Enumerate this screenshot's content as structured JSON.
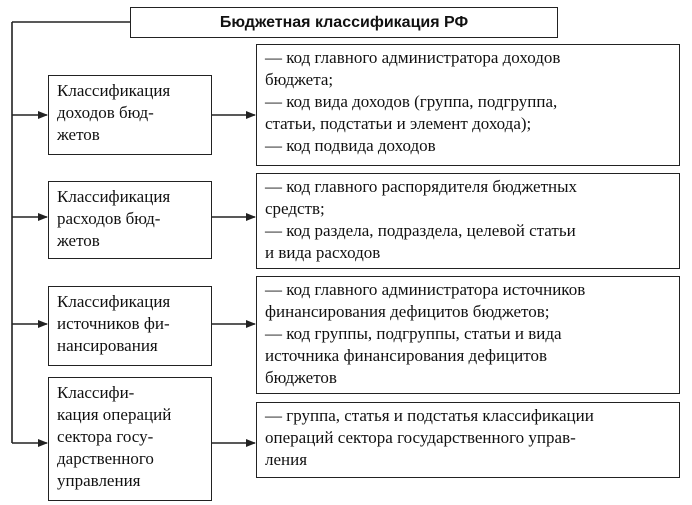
{
  "title": "Бюджетная классификация РФ",
  "rows": [
    {
      "left": [
        "Классификация",
        "доходов бюд-",
        "жетов"
      ],
      "right": [
        "— код главного администратора доходов",
        "бюджета;",
        "— код вида доходов (группа, подгруппа,",
        "статьи, подстатьи и элемент дохода);",
        "— код подвида доходов"
      ]
    },
    {
      "left": [
        "Классификация",
        "расходов бюд-",
        "жетов"
      ],
      "right": [
        "— код главного распорядителя бюджетных",
        "средств;",
        "— код раздела, подраздела, целевой статьи",
        "и вида расходов"
      ]
    },
    {
      "left": [
        "Классификация",
        "источников фи-",
        "нансирования"
      ],
      "right": [
        "— код главного администратора источников",
        "финансирования дефицитов бюджетов;",
        "— код группы, подгруппы, статьи и вида",
        "источника финансирования дефицитов",
        "бюджетов"
      ]
    },
    {
      "left": [
        "Классифи-",
        "кация операций",
        "сектора госу-",
        "дарственного",
        "управления"
      ],
      "right": [
        "— группа, статья и подстатья классификации",
        "операций сектора государственного управ-",
        "ления"
      ]
    }
  ]
}
